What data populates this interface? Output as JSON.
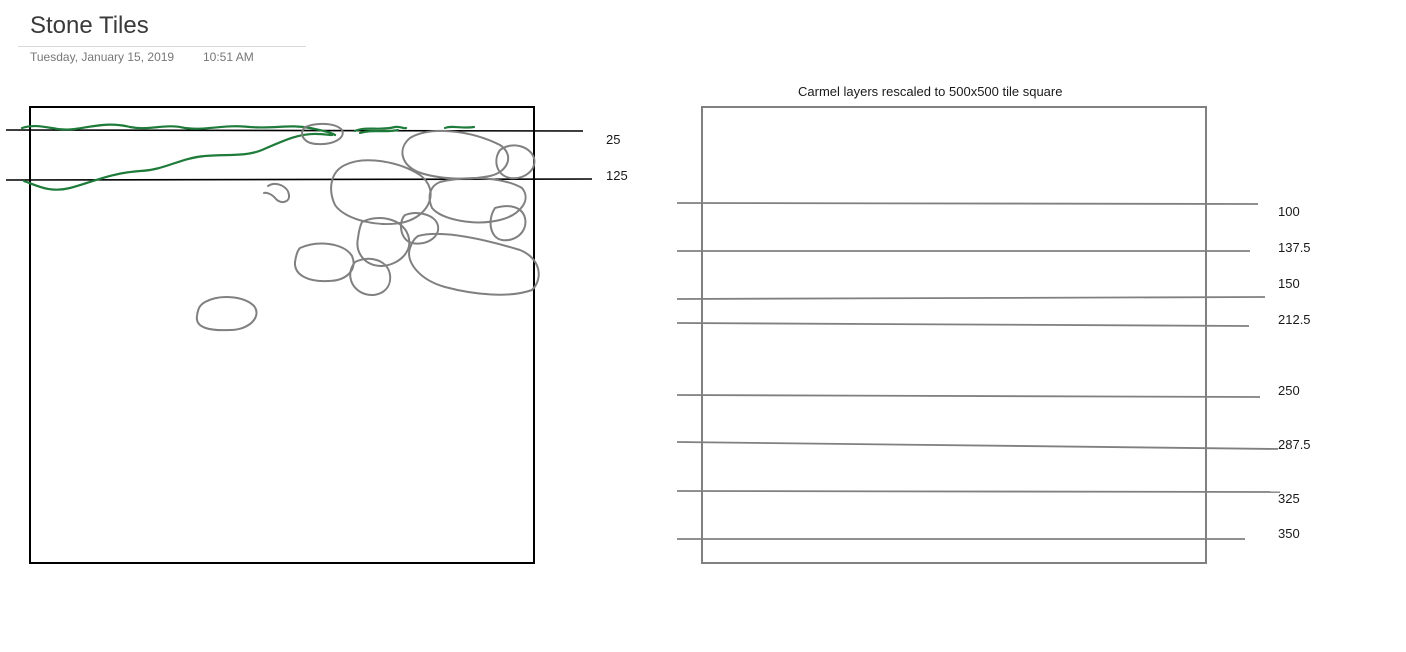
{
  "page": {
    "title": "Stone Tiles",
    "date": "Tuesday, January 15, 2019",
    "time": "10:51 AM"
  },
  "left_drawing": {
    "line_labels": [
      "25",
      "125"
    ],
    "colors": {
      "frame": "#000000",
      "stones": "#808080",
      "grass": "#1e7b3a"
    }
  },
  "right_drawing": {
    "caption": "Carmel layers rescaled to 500x500 tile square",
    "line_labels": [
      "100",
      "137.5",
      "150",
      "212.5",
      "250",
      "287.5",
      "325",
      "350"
    ],
    "colors": {
      "frame": "#808080",
      "lines": "#808080"
    }
  }
}
